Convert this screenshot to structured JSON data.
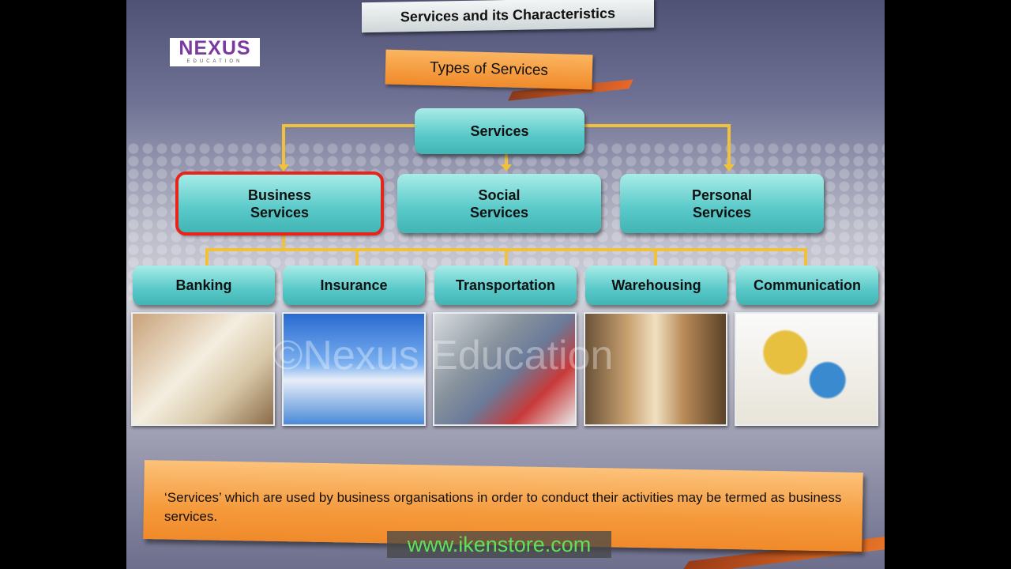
{
  "slide": {
    "title": "Services and its Characteristics",
    "logo": {
      "main": "NEXUS",
      "sub": "EDUCATION"
    },
    "subtitle": "Types of Services",
    "root": "Services",
    "categories": [
      {
        "label_line1": "Business",
        "label_line2": "Services",
        "selected": true
      },
      {
        "label_line1": "Social",
        "label_line2": "Services",
        "selected": false
      },
      {
        "label_line1": "Personal",
        "label_line2": "Services",
        "selected": false
      }
    ],
    "business_types": [
      "Banking",
      "Insurance",
      "Transportation",
      "Warehousing",
      "Communication"
    ],
    "watermark": "©Nexus Education",
    "note": "‘Services’ which are used by business organisations in order to conduct their activities may be termed as business services.",
    "overlay_url": "www.ikenstore.com"
  },
  "colors": {
    "box": "#58c9c8",
    "connector": "#f2c13c",
    "highlight": "#e8231a",
    "banner": "#f59a3c"
  }
}
